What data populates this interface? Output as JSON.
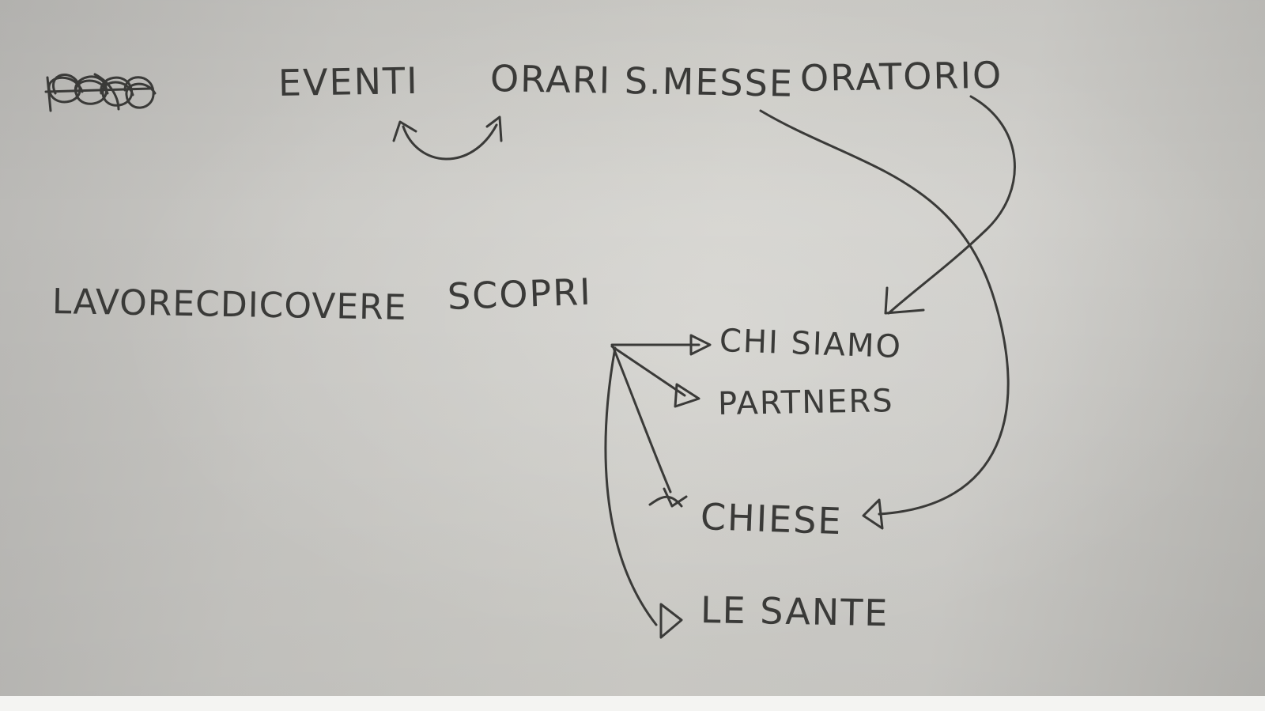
{
  "nav_top": {
    "home_scribble_icon": "scribbled-out-word",
    "eventi": "EVENTI",
    "orari_messe": "ORARI S.MESSE",
    "oratorio": "ORATORIO"
  },
  "nav_second": {
    "lavorare": "LAVORECDICOVERE",
    "scopri": "SCOPRI"
  },
  "scopri_submenu": {
    "chi_siamo": "CHI SIAMO",
    "partners": "PARTNERS",
    "chiese": "CHIESE",
    "le_sante": "LE SANTE"
  },
  "colors": {
    "ink": "#3a3a38",
    "paper": "#cfceca"
  }
}
